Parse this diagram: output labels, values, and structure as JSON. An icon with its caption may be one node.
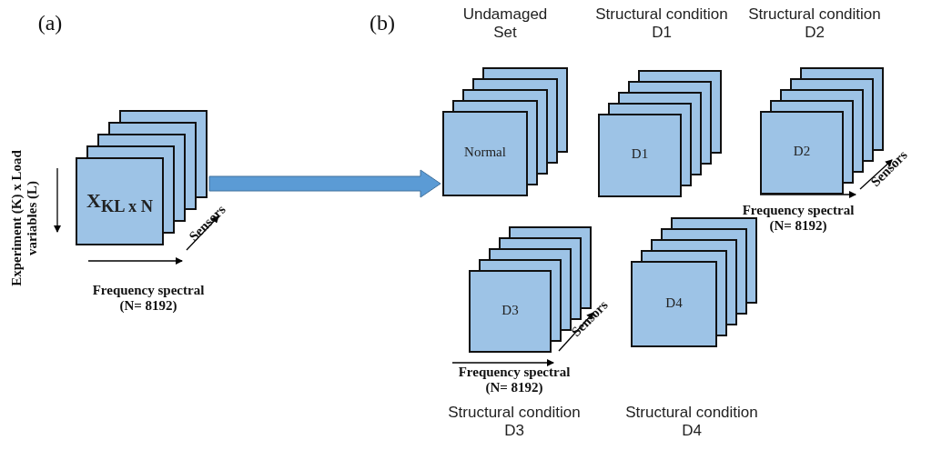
{
  "diagram": {
    "nodes": [
      {
        "text": [
          "X$_{KL x N}$"
        ]
      },
      {
        "text": [
          "Normal"
        ],
        "beside": [
          "Undamaged Set"
        ]
      },
      {
        "text": [
          "D1"
        ],
        "beside": [
          "Structural condition D1"
        ]
      },
      {
        "text": [
          "D2"
        ],
        "beside": [
          "Structural condition D2"
        ]
      },
      {
        "text": [
          "D3"
        ],
        "beside": [
          "Structural condition D3"
        ]
      },
      {
        "text": [
          "D4"
        ],
        "beside": [
          "Structural condition D4"
        ]
      }
    ],
    "edges": [
      {
        "from": 0,
        "to": 1,
        "arrow": "to",
        "style": "thick",
        "color": "#5b9bd5"
      }
    ],
    "labels": [
      "(a)",
      "(b)",
      "Experiment (K) x Load variables (L)",
      "Sensors",
      "Frequency spectral (N= 8192)",
      "Sensors",
      "Frequency spectral (N= 8192)",
      "Sensors",
      "Frequency spectral (N= 8192)"
    ]
  }
}
